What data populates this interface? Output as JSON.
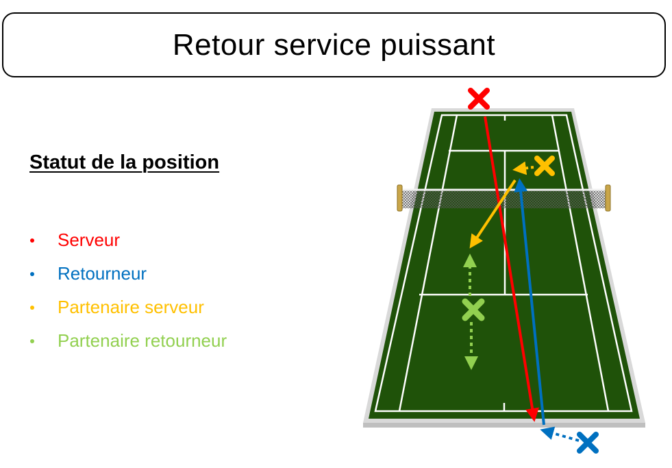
{
  "title": "Retour service puissant",
  "subtitle": "Statut de la position",
  "legend": {
    "items": [
      {
        "label": "Serveur",
        "color": "#ff0000"
      },
      {
        "label": "Retourneur",
        "color": "#0070c0"
      },
      {
        "label": "Partenaire serveur",
        "color": "#ffc000"
      },
      {
        "label": "Partenaire retourneur",
        "color": "#92d050"
      }
    ]
  },
  "colors": {
    "serveur": "#ff0000",
    "retourneur": "#0070c0",
    "partenaire_serveur": "#ffc000",
    "partenaire_retourneur": "#92d050",
    "court_green": "#1f5209",
    "court_border": "#d9d9d9",
    "court_lines": "#ffffff"
  },
  "icons": {
    "player_marker": "cross-icon",
    "net": "net-icon"
  }
}
